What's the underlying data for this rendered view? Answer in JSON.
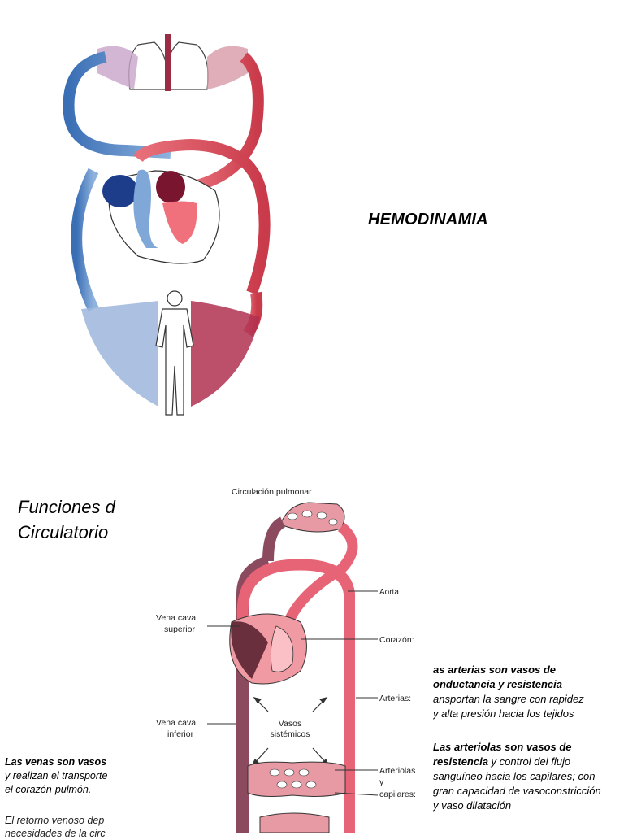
{
  "title": "HEMODINAMIA",
  "section_heading": {
    "line1": "Funciones d",
    "line2": "Circulatorio"
  },
  "diagram_top": {
    "alt": "circulatory-system-illustration"
  },
  "diagram_bottom": {
    "title": "Circulación pulmonar",
    "labels": {
      "aorta": "Aorta",
      "corazon": "Corazón:",
      "arterias": "Arterias:",
      "arteriolas": "Arteriolas",
      "y": "y",
      "capilares": "capilares:",
      "vena_cava_superior_1": "Vena cava",
      "vena_cava_superior_2": "superior",
      "vena_cava_inferior_1": "Vena cava",
      "vena_cava_inferior_2": "inferior",
      "vasos_1": "Vasos",
      "vasos_2": "sistémicos"
    }
  },
  "arterias_block": {
    "line1": "as arterias son vasos de",
    "line2": "onductancia y resistencia",
    "line3": "ansportan la sangre con rapidez",
    "line4": "y alta presión hacia los tejidos"
  },
  "arteriolas_block": {
    "line1": "Las arteriolas son vasos de",
    "line2_bold": "resistencia",
    "line2_rest": " y control del flujo",
    "line3": "sanguíneo hacia los capilares; con",
    "line4": "gran capacidad de  vasoconstricción",
    "line5": "y vaso dilatación"
  },
  "venas_block": {
    "line1": "Las venas son vasos",
    "line2": "y realizan el transporte",
    "line3": "el corazón-pulmón."
  },
  "retorno_block": {
    "line1": "El retorno venoso dep",
    "line2": "necesidades de la circ"
  }
}
